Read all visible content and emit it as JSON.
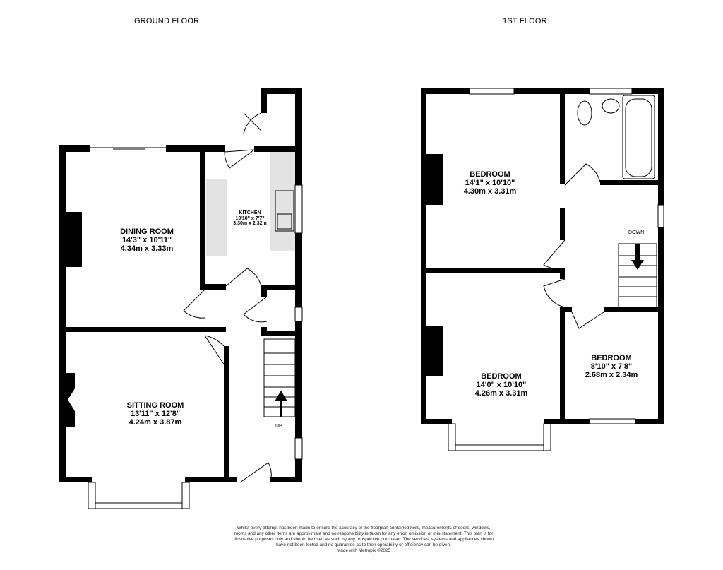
{
  "floors": [
    {
      "title": "GROUND FLOOR",
      "rooms": [
        {
          "name": "DINING ROOM",
          "imperial": "14'3\"  x 10'11\"",
          "metric": "4.34m  x 3.33m"
        },
        {
          "name": "KITCHEN",
          "imperial": "10'10\"  x 7'7\"",
          "metric": "3.30m  x 2.32m"
        },
        {
          "name": "SITTING ROOM",
          "imperial": "13'11\"  x 12'8\"",
          "metric": "4.24m  x 3.87m"
        }
      ],
      "stair_label": "UP"
    },
    {
      "title": "1ST FLOOR",
      "rooms": [
        {
          "name": "BEDROOM",
          "imperial": "14'1\"  x 10'10\"",
          "metric": "4.30m  x 3.31m"
        },
        {
          "name": "BEDROOM",
          "imperial": "14'0\"  x 10'10\"",
          "metric": "4.26m  x 3.31m"
        },
        {
          "name": "BEDROOM",
          "imperial": "8'10\"  x 7'8\"",
          "metric": "2.68m  x 2.34m"
        }
      ],
      "stair_label": "DOWN"
    }
  ],
  "disclaimer": "Whilst every attempt has been made to ensure the accuracy of the floorplan contained here, measurements of doors, windows, rooms and any other items are approximate and no responsibility is taken for any error, omission or mis-statement. This plan is for illustrative purposes only and should be used as such by any prospective purchaser. The services, systems and appliances shown have not been tested and no guarantee as to their operability or efficiency can be given.",
  "credit": "Made with Metropix ©2025"
}
